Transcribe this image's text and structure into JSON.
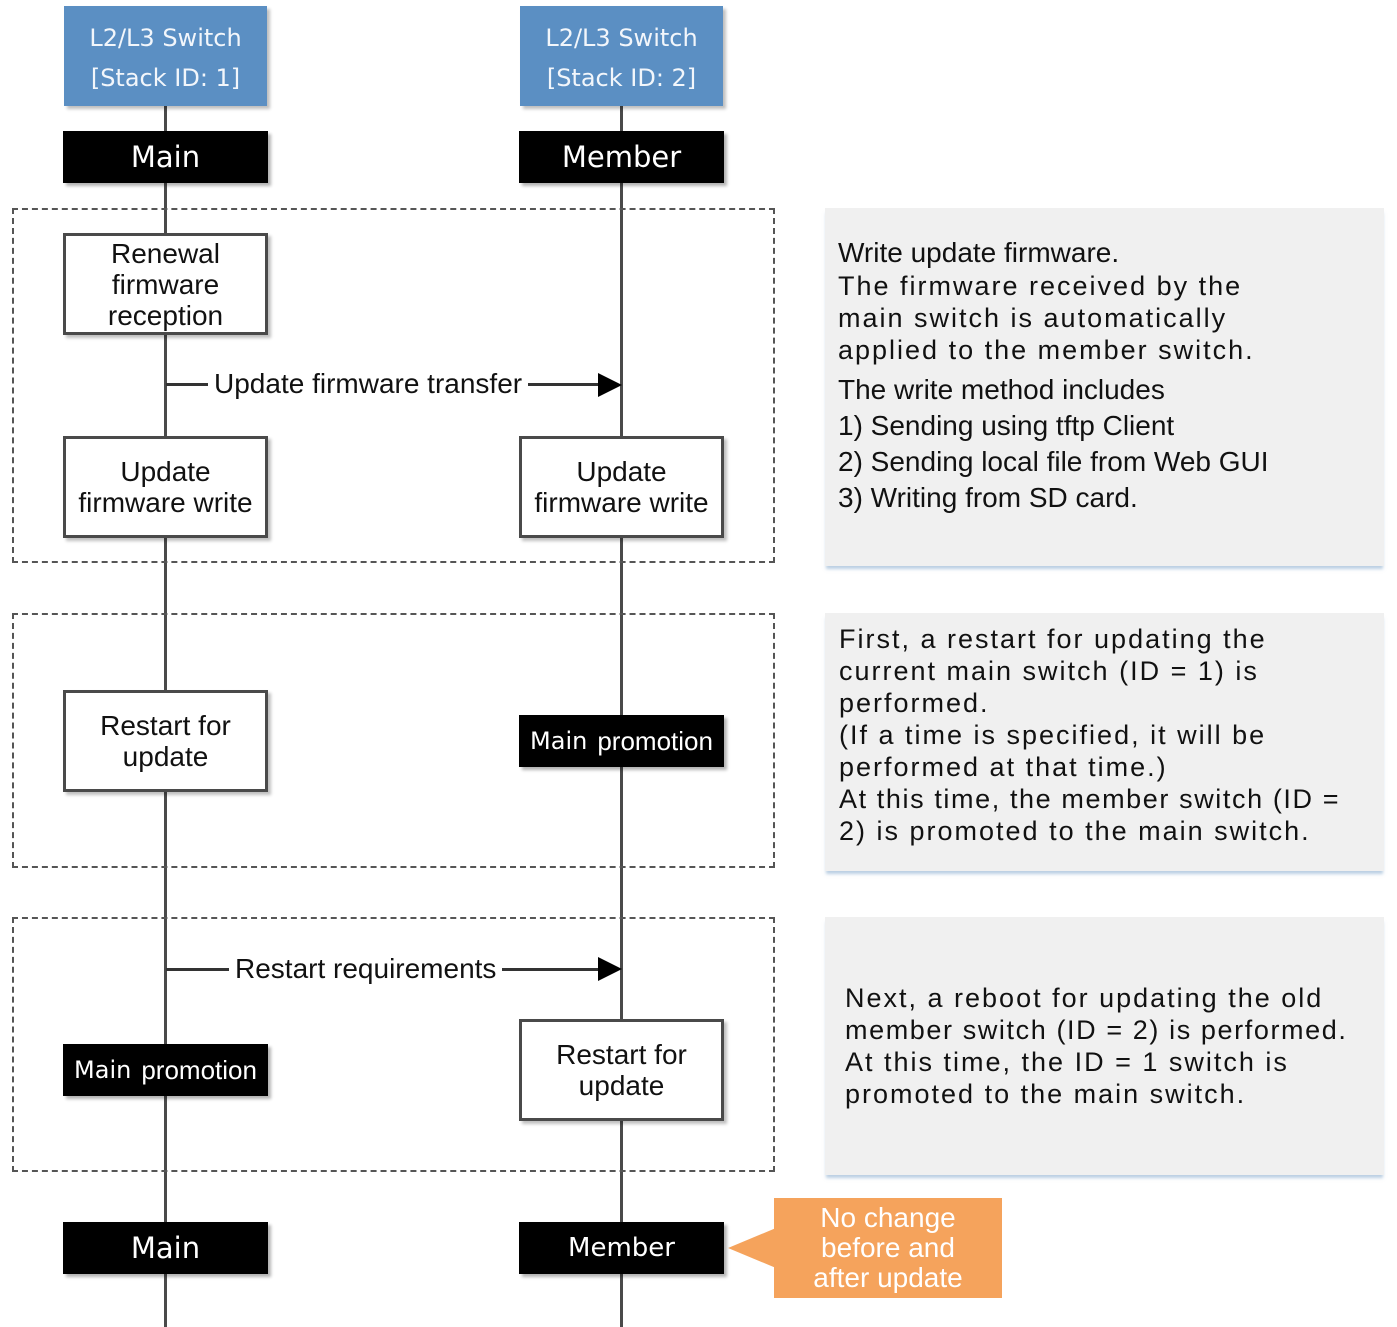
{
  "headers": [
    {
      "line1": "L2/L3 Switch",
      "line2": "[Stack ID: 1]"
    },
    {
      "line1": "L2/L3 Switch",
      "line2": "[Stack ID: 2]"
    }
  ],
  "roles_before": {
    "left": "Main",
    "right": "Member"
  },
  "roles_after": {
    "left": "Main",
    "right": "Member"
  },
  "phase1": {
    "reception": [
      "Renewal",
      "firmware",
      "reception"
    ],
    "transfer_label": "Update firmware transfer",
    "write_left": [
      "Update",
      "firmware write"
    ],
    "write_right": [
      "Update",
      "firmware write"
    ]
  },
  "phase2": {
    "restart_left": [
      "Restart for",
      "update"
    ],
    "promotion_right": {
      "word1": "Main",
      "word2": "promotion"
    }
  },
  "phase3": {
    "restart_requirements_label": "Restart requirements",
    "promotion_left": {
      "word1": "Main",
      "word2": "promotion"
    },
    "restart_right": [
      "Restart for",
      "update"
    ]
  },
  "notes": {
    "note1": {
      "heading": "Write update firmware.",
      "para": [
        "The firmware received by the",
        "main switch is automatically",
        "applied to the member switch."
      ],
      "methods": [
        "The write method includes",
        "1) Sending using tftp Client",
        "2) Sending local file from Web GUI",
        "3) Writing from SD card."
      ]
    },
    "note2": {
      "lines": [
        "First, a restart for updating the",
        "current main switch (ID = 1) is",
        "performed.",
        "(If a time is specified, it will be",
        "performed at that time.)",
        "At this time, the member switch (ID =",
        "2) is promoted to the main switch."
      ]
    },
    "note3": {
      "lines": [
        "Next, a reboot for updating the old",
        "member switch (ID = 2) is performed.",
        "At this time, the ID = 1 switch is",
        "promoted to the main switch."
      ]
    }
  },
  "callout": {
    "lines": [
      "No change",
      "before and",
      "after update"
    ]
  },
  "colors": {
    "header": "#5b8fc3",
    "callout": "#f5a35c",
    "note_bg": "#f0f0f0"
  }
}
